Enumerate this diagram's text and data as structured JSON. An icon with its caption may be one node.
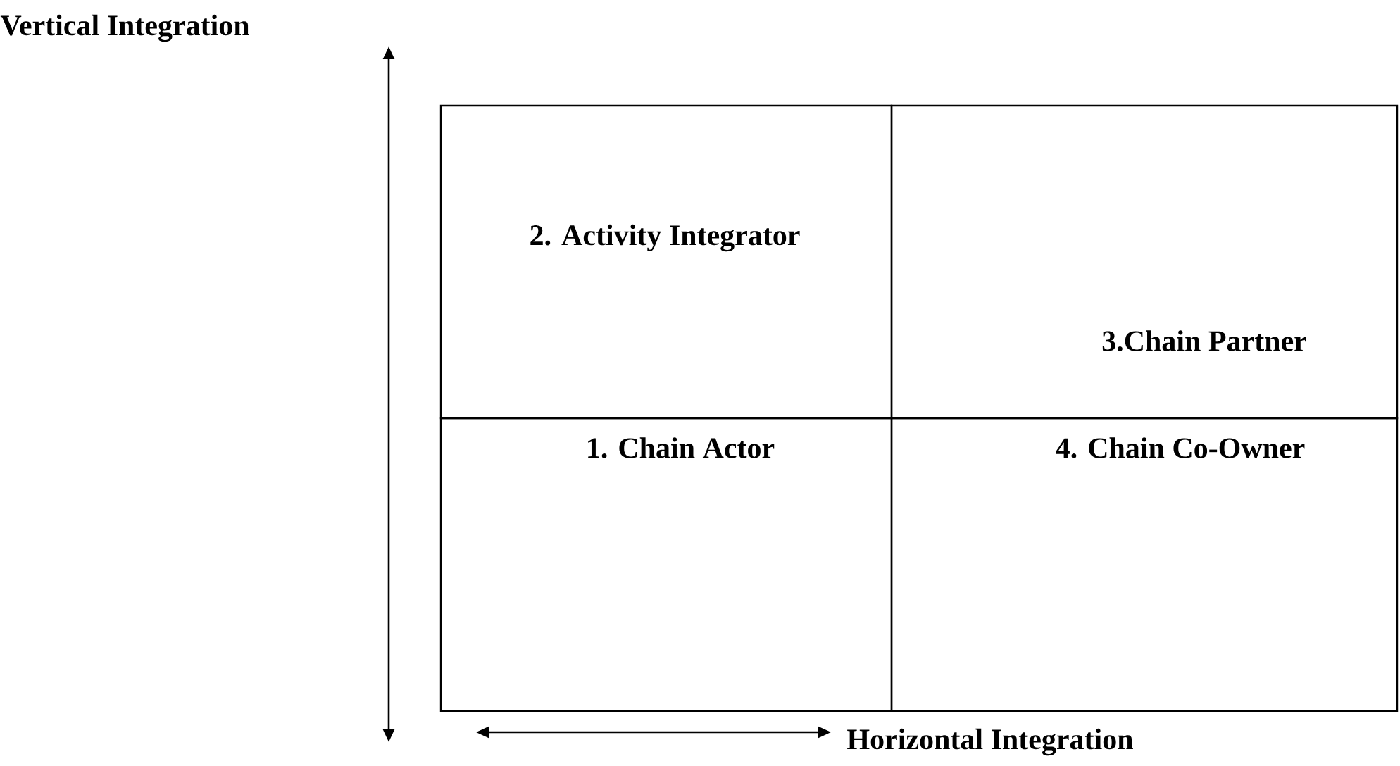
{
  "diagram": {
    "nodes": [
      {
        "text": [
          "2. Activity Integrator"
        ]
      },
      {
        "text": [
          "3.Chain Partner"
        ]
      },
      {
        "text": [
          "1. Chain Actor"
        ]
      },
      {
        "text": [
          "4. Chain Co-Owner"
        ]
      }
    ],
    "labels": [
      "Vertical Integration",
      "Horizontal Integration"
    ]
  }
}
